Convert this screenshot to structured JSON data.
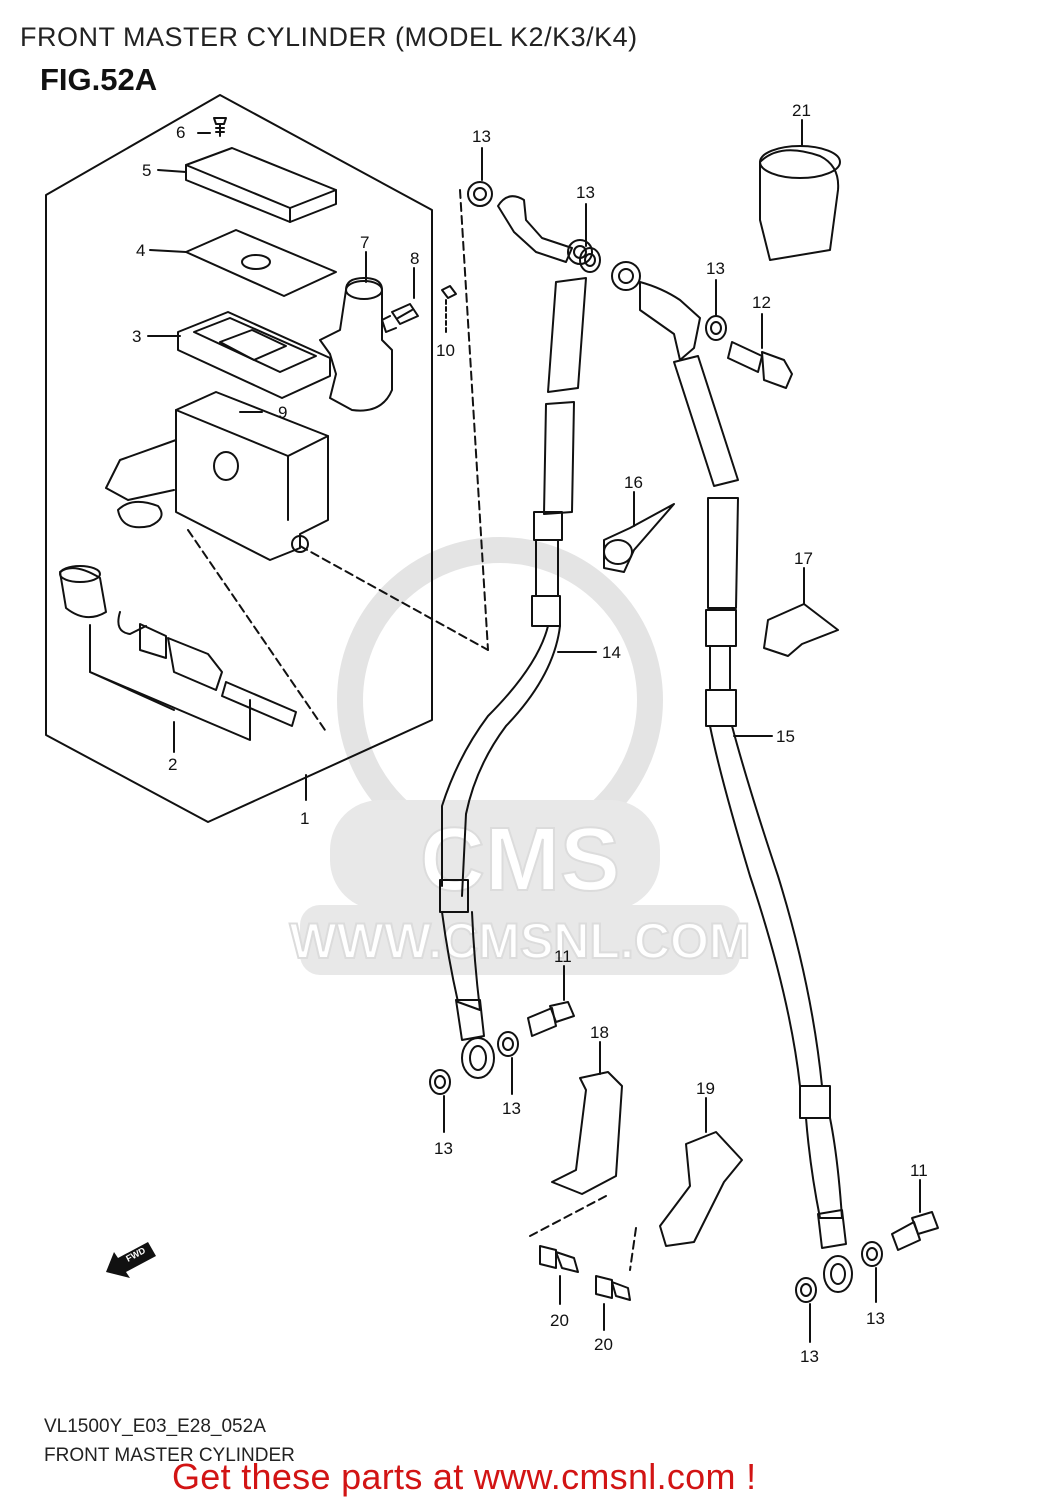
{
  "header": {
    "title": "FRONT MASTER CYLINDER (MODEL K2/K3/K4)"
  },
  "figure": {
    "id": "FIG.52A"
  },
  "watermark": {
    "brand": "CMS",
    "url": "WWW.CMSNL.COM"
  },
  "fwd_arrow": {
    "label": "FWD"
  },
  "part_labels": {
    "p1": "1",
    "p2": "2",
    "p3": "3",
    "p4": "4",
    "p5": "5",
    "p6": "6",
    "p7": "7",
    "p8": "8",
    "p9": "9",
    "p10": "10",
    "p11a": "11",
    "p11b": "11",
    "p12": "12",
    "p13a": "13",
    "p13b": "13",
    "p13c": "13",
    "p13d": "13",
    "p13e": "13",
    "p13f": "13",
    "p13g": "13",
    "p14": "14",
    "p15": "15",
    "p16": "16",
    "p17": "17",
    "p18": "18",
    "p19": "19",
    "p20a": "20",
    "p20b": "20",
    "p21": "21"
  },
  "footer": {
    "model_code": "VL1500Y_E03_E28_052A",
    "diagram_name": "FRONT MASTER CYLINDER",
    "call_to_action": "Get these parts at www.cmsnl.com !"
  },
  "colors": {
    "cta": "#d21414",
    "linework": "#111111",
    "watermark": "#e6e6e6"
  }
}
